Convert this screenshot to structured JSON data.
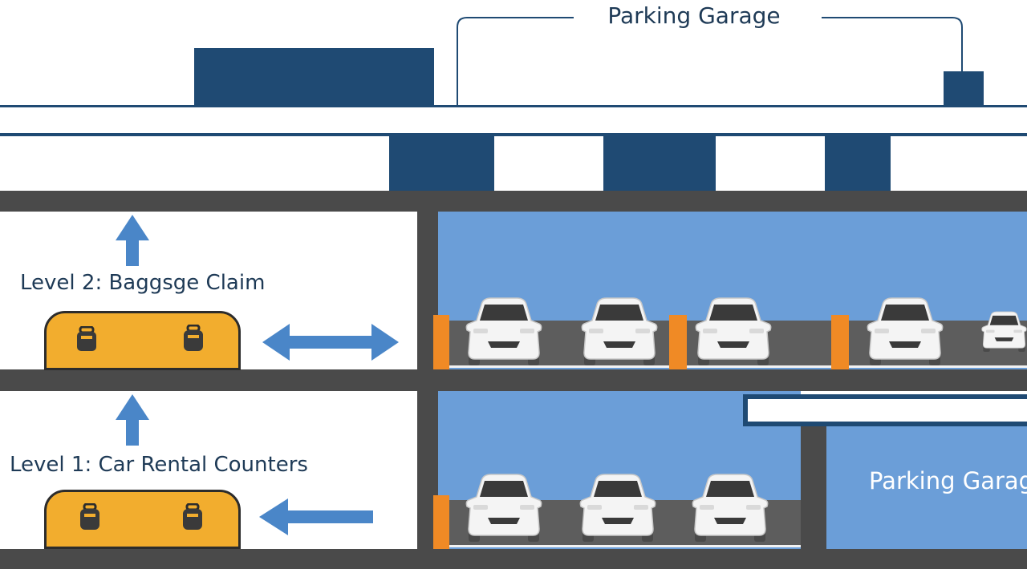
{
  "diagram": {
    "title": "Parking Garage",
    "level2_label": "Level 2: Baggsge Claim",
    "level1_label": "Level 1: Car Rental Counters",
    "garage_sign": "Parking Garage"
  },
  "colors": {
    "navy": "#1f4a73",
    "slab": "#4a4a4a",
    "garage_blue": "#6b9ed8",
    "belt_yellow": "#f2ad2e",
    "bollard_orange": "#f08a25",
    "arrow_blue": "#4a86c8"
  },
  "icons": [
    "up-arrow-icon",
    "double-arrow-icon",
    "left-arrow-icon",
    "car-icon",
    "luggage-icon"
  ]
}
